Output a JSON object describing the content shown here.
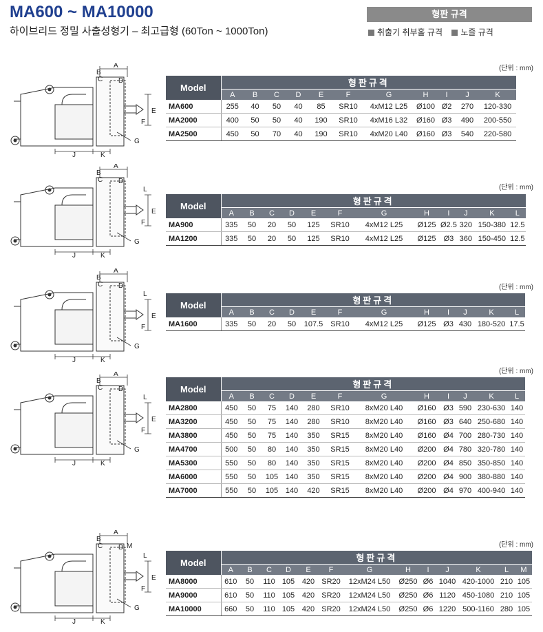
{
  "header": {
    "title": "MA600 ~ MA10000",
    "subtitle": "하이브리드 정밀 사출성형기 – 최고급형 (60Ton ~ 1000Ton)"
  },
  "legend": {
    "title": "형판 규격",
    "items": [
      "취출기 취부홀 규격",
      "노즐 규격"
    ]
  },
  "sections": [
    {
      "unit": "(단위 : mm)",
      "model_header": "Model",
      "group_header": "형판규격",
      "columns": [
        "A",
        "B",
        "C",
        "D",
        "E",
        "F",
        "G",
        "H",
        "I",
        "J",
        "K"
      ],
      "rows": [
        {
          "model": "MA600",
          "values": [
            "255",
            "40",
            "50",
            "40",
            "85",
            "SR10",
            "4xM12 L25",
            "Ø100",
            "Ø2",
            "270",
            "120-330"
          ]
        },
        {
          "model": "MA2000",
          "values": [
            "400",
            "50",
            "50",
            "40",
            "190",
            "SR10",
            "4xM16 L32",
            "Ø160",
            "Ø3",
            "490",
            "200-550"
          ]
        },
        {
          "model": "MA2500",
          "values": [
            "450",
            "50",
            "70",
            "40",
            "190",
            "SR10",
            "4xM20 L40",
            "Ø160",
            "Ø3",
            "540",
            "220-580"
          ]
        }
      ],
      "diagram_labels": [
        "A",
        "B",
        "C",
        "D",
        "E",
        "F",
        "G",
        "J",
        "K"
      ]
    },
    {
      "unit": "(단위 : mm)",
      "model_header": "Model",
      "group_header": "형판규격",
      "columns": [
        "A",
        "B",
        "C",
        "D",
        "E",
        "F",
        "G",
        "H",
        "I",
        "J",
        "K",
        "L"
      ],
      "rows": [
        {
          "model": "MA900",
          "values": [
            "335",
            "50",
            "20",
            "50",
            "125",
            "SR10",
            "4xM12 L25",
            "Ø125",
            "Ø2.5",
            "320",
            "150-380",
            "12.5"
          ]
        },
        {
          "model": "MA1200",
          "values": [
            "335",
            "50",
            "20",
            "50",
            "125",
            "SR10",
            "4xM12 L25",
            "Ø125",
            "Ø3",
            "360",
            "150-450",
            "12.5"
          ]
        }
      ],
      "diagram_labels": [
        "A",
        "B",
        "C",
        "D",
        "L",
        "E",
        "F",
        "G",
        "J",
        "K"
      ]
    },
    {
      "unit": "(단위 : mm)",
      "model_header": "Model",
      "group_header": "형판규격",
      "columns": [
        "A",
        "B",
        "C",
        "D",
        "E",
        "F",
        "G",
        "H",
        "I",
        "J",
        "K",
        "L"
      ],
      "rows": [
        {
          "model": "MA1600",
          "values": [
            "335",
            "50",
            "20",
            "50",
            "107.5",
            "SR10",
            "4xM12 L25",
            "Ø125",
            "Ø3",
            "430",
            "180-520",
            "17.5"
          ]
        }
      ],
      "diagram_labels": [
        "A",
        "B",
        "C",
        "D",
        "L",
        "E",
        "F",
        "G",
        "J",
        "K"
      ]
    },
    {
      "unit": "(단위 : mm)",
      "model_header": "Model",
      "group_header": "형판규격",
      "columns": [
        "A",
        "B",
        "C",
        "D",
        "E",
        "F",
        "G",
        "H",
        "I",
        "J",
        "K",
        "L"
      ],
      "rows": [
        {
          "model": "MA2800",
          "values": [
            "450",
            "50",
            "75",
            "140",
            "280",
            "SR10",
            "8xM20 L40",
            "Ø160",
            "Ø3",
            "590",
            "230-630",
            "140"
          ]
        },
        {
          "model": "MA3200",
          "values": [
            "450",
            "50",
            "75",
            "140",
            "280",
            "SR10",
            "8xM20 L40",
            "Ø160",
            "Ø3",
            "640",
            "250-680",
            "140"
          ]
        },
        {
          "model": "MA3800",
          "values": [
            "450",
            "50",
            "75",
            "140",
            "350",
            "SR15",
            "8xM20 L40",
            "Ø160",
            "Ø4",
            "700",
            "280-730",
            "140"
          ]
        },
        {
          "model": "MA4700",
          "values": [
            "500",
            "50",
            "80",
            "140",
            "350",
            "SR15",
            "8xM20 L40",
            "Ø200",
            "Ø4",
            "780",
            "320-780",
            "140"
          ]
        },
        {
          "model": "MA5300",
          "values": [
            "550",
            "50",
            "80",
            "140",
            "350",
            "SR15",
            "8xM20 L40",
            "Ø200",
            "Ø4",
            "850",
            "350-850",
            "140"
          ]
        },
        {
          "model": "MA6000",
          "values": [
            "550",
            "50",
            "105",
            "140",
            "350",
            "SR15",
            "8xM20 L40",
            "Ø200",
            "Ø4",
            "900",
            "380-880",
            "140"
          ]
        },
        {
          "model": "MA7000",
          "values": [
            "550",
            "50",
            "105",
            "140",
            "420",
            "SR15",
            "8xM20 L40",
            "Ø200",
            "Ø4",
            "970",
            "400-940",
            "140"
          ]
        }
      ],
      "diagram_labels": [
        "A",
        "B",
        "C",
        "D",
        "L",
        "E",
        "F",
        "G",
        "J",
        "K"
      ]
    },
    {
      "unit": "(단위 : mm)",
      "model_header": "Model",
      "group_header": "형판규격",
      "columns": [
        "A",
        "B",
        "C",
        "D",
        "E",
        "F",
        "G",
        "H",
        "I",
        "J",
        "K",
        "L",
        "M"
      ],
      "rows": [
        {
          "model": "MA8000",
          "values": [
            "610",
            "50",
            "110",
            "105",
            "420",
            "SR20",
            "12xM24 L50",
            "Ø250",
            "Ø6",
            "1040",
            "420-1000",
            "210",
            "105"
          ]
        },
        {
          "model": "MA9000",
          "values": [
            "610",
            "50",
            "110",
            "105",
            "420",
            "SR20",
            "12xM24 L50",
            "Ø250",
            "Ø6",
            "1120",
            "450-1080",
            "210",
            "105"
          ]
        },
        {
          "model": "MA10000",
          "values": [
            "660",
            "50",
            "110",
            "105",
            "420",
            "SR20",
            "12xM24 L50",
            "Ø250",
            "Ø6",
            "1220",
            "500-1160",
            "280",
            "105"
          ]
        }
      ],
      "diagram_labels": [
        "A",
        "B",
        "C",
        "D",
        "M",
        "L",
        "E",
        "F",
        "G",
        "J",
        "K"
      ]
    }
  ]
}
